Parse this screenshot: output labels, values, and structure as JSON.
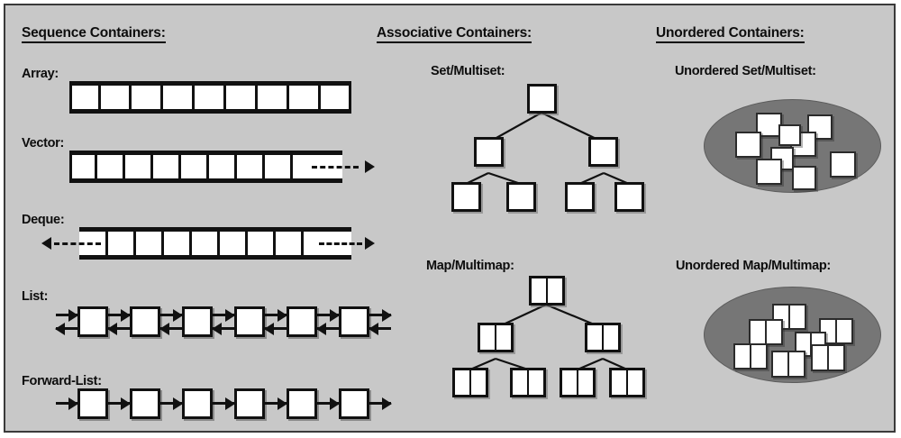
{
  "panel": {
    "bg_color": "#c8c8c8",
    "border_color": "#3a3a3a",
    "node_fill": "#ffffff",
    "stroke_color": "#111111",
    "bag_color": "#767676"
  },
  "columns": {
    "sequence": {
      "header": "Sequence Containers:"
    },
    "associative": {
      "header": "Associative Containers:"
    },
    "unordered": {
      "header": "Unordered Containers:"
    }
  },
  "sequence_items": [
    {
      "label": "Array:",
      "kind": "strip",
      "cells": 9,
      "arrow_left": false,
      "arrow_right": false
    },
    {
      "label": "Vector:",
      "kind": "strip",
      "cells": 9,
      "arrow_left": false,
      "arrow_right": true
    },
    {
      "label": "Deque:",
      "kind": "strip",
      "cells": 9,
      "arrow_left": true,
      "arrow_right": true
    },
    {
      "label": "List:",
      "kind": "linked",
      "nodes": 6,
      "direction": "bidirectional"
    },
    {
      "label": "Forward-List:",
      "kind": "linked",
      "nodes": 6,
      "direction": "forward"
    }
  ],
  "associative_items": [
    {
      "label": "Set/Multiset:",
      "kind": "tree",
      "node_type": "single",
      "levels": 3,
      "node_count": 7
    },
    {
      "label": "Map/Multimap:",
      "kind": "tree",
      "node_type": "pair",
      "levels": 3,
      "node_count": 7
    }
  ],
  "unordered_items": [
    {
      "label": "Unordered Set/Multiset:",
      "kind": "bag",
      "node_type": "single",
      "node_count": 9
    },
    {
      "label": "Unordered Map/Multimap:",
      "kind": "bag",
      "node_type": "pair",
      "node_count": 7
    }
  ]
}
